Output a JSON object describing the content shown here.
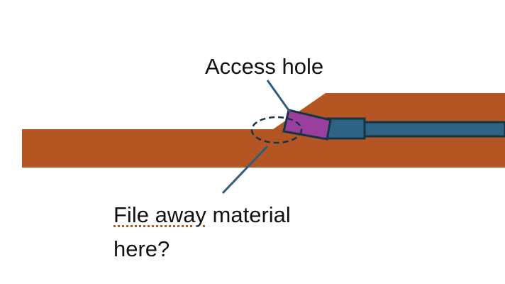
{
  "colors": {
    "background": "#ffffff",
    "material": "#b35623",
    "tube": "#2f6383",
    "access_piece": "#9b3f9f",
    "outline": "#163446",
    "callout_line": "#2f5d80",
    "text": "#111111"
  },
  "labels": {
    "access_hole": "Access hole",
    "file_line_1_word": "File away",
    "file_line_1_rest": " material",
    "file_line_2": "here?"
  }
}
